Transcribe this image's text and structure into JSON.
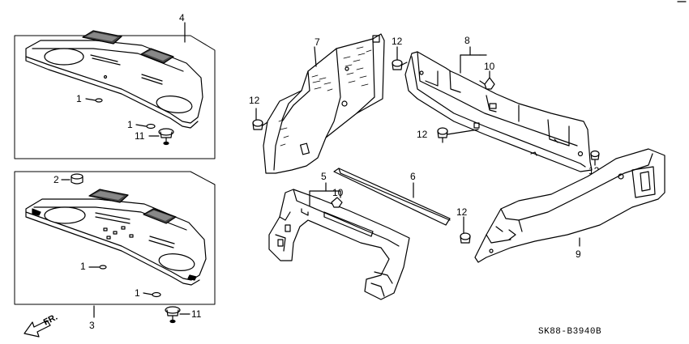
{
  "diagram": {
    "callouts": {
      "c4": "4",
      "c1a": "1",
      "c1b": "1",
      "c11a": "11",
      "c2": "2",
      "c1c": "1",
      "c1d": "1",
      "c11b": "11",
      "c3": "3",
      "c7": "7",
      "c12a": "12",
      "c12b": "12",
      "c8": "8",
      "c10a": "10",
      "c12c": "12",
      "c12d": "12",
      "c5": "5",
      "c10b": "10",
      "c6": "6",
      "c12e": "12",
      "c9": "9"
    },
    "direction_label": "FR.",
    "diagram_code": "SK88-B3940B"
  }
}
